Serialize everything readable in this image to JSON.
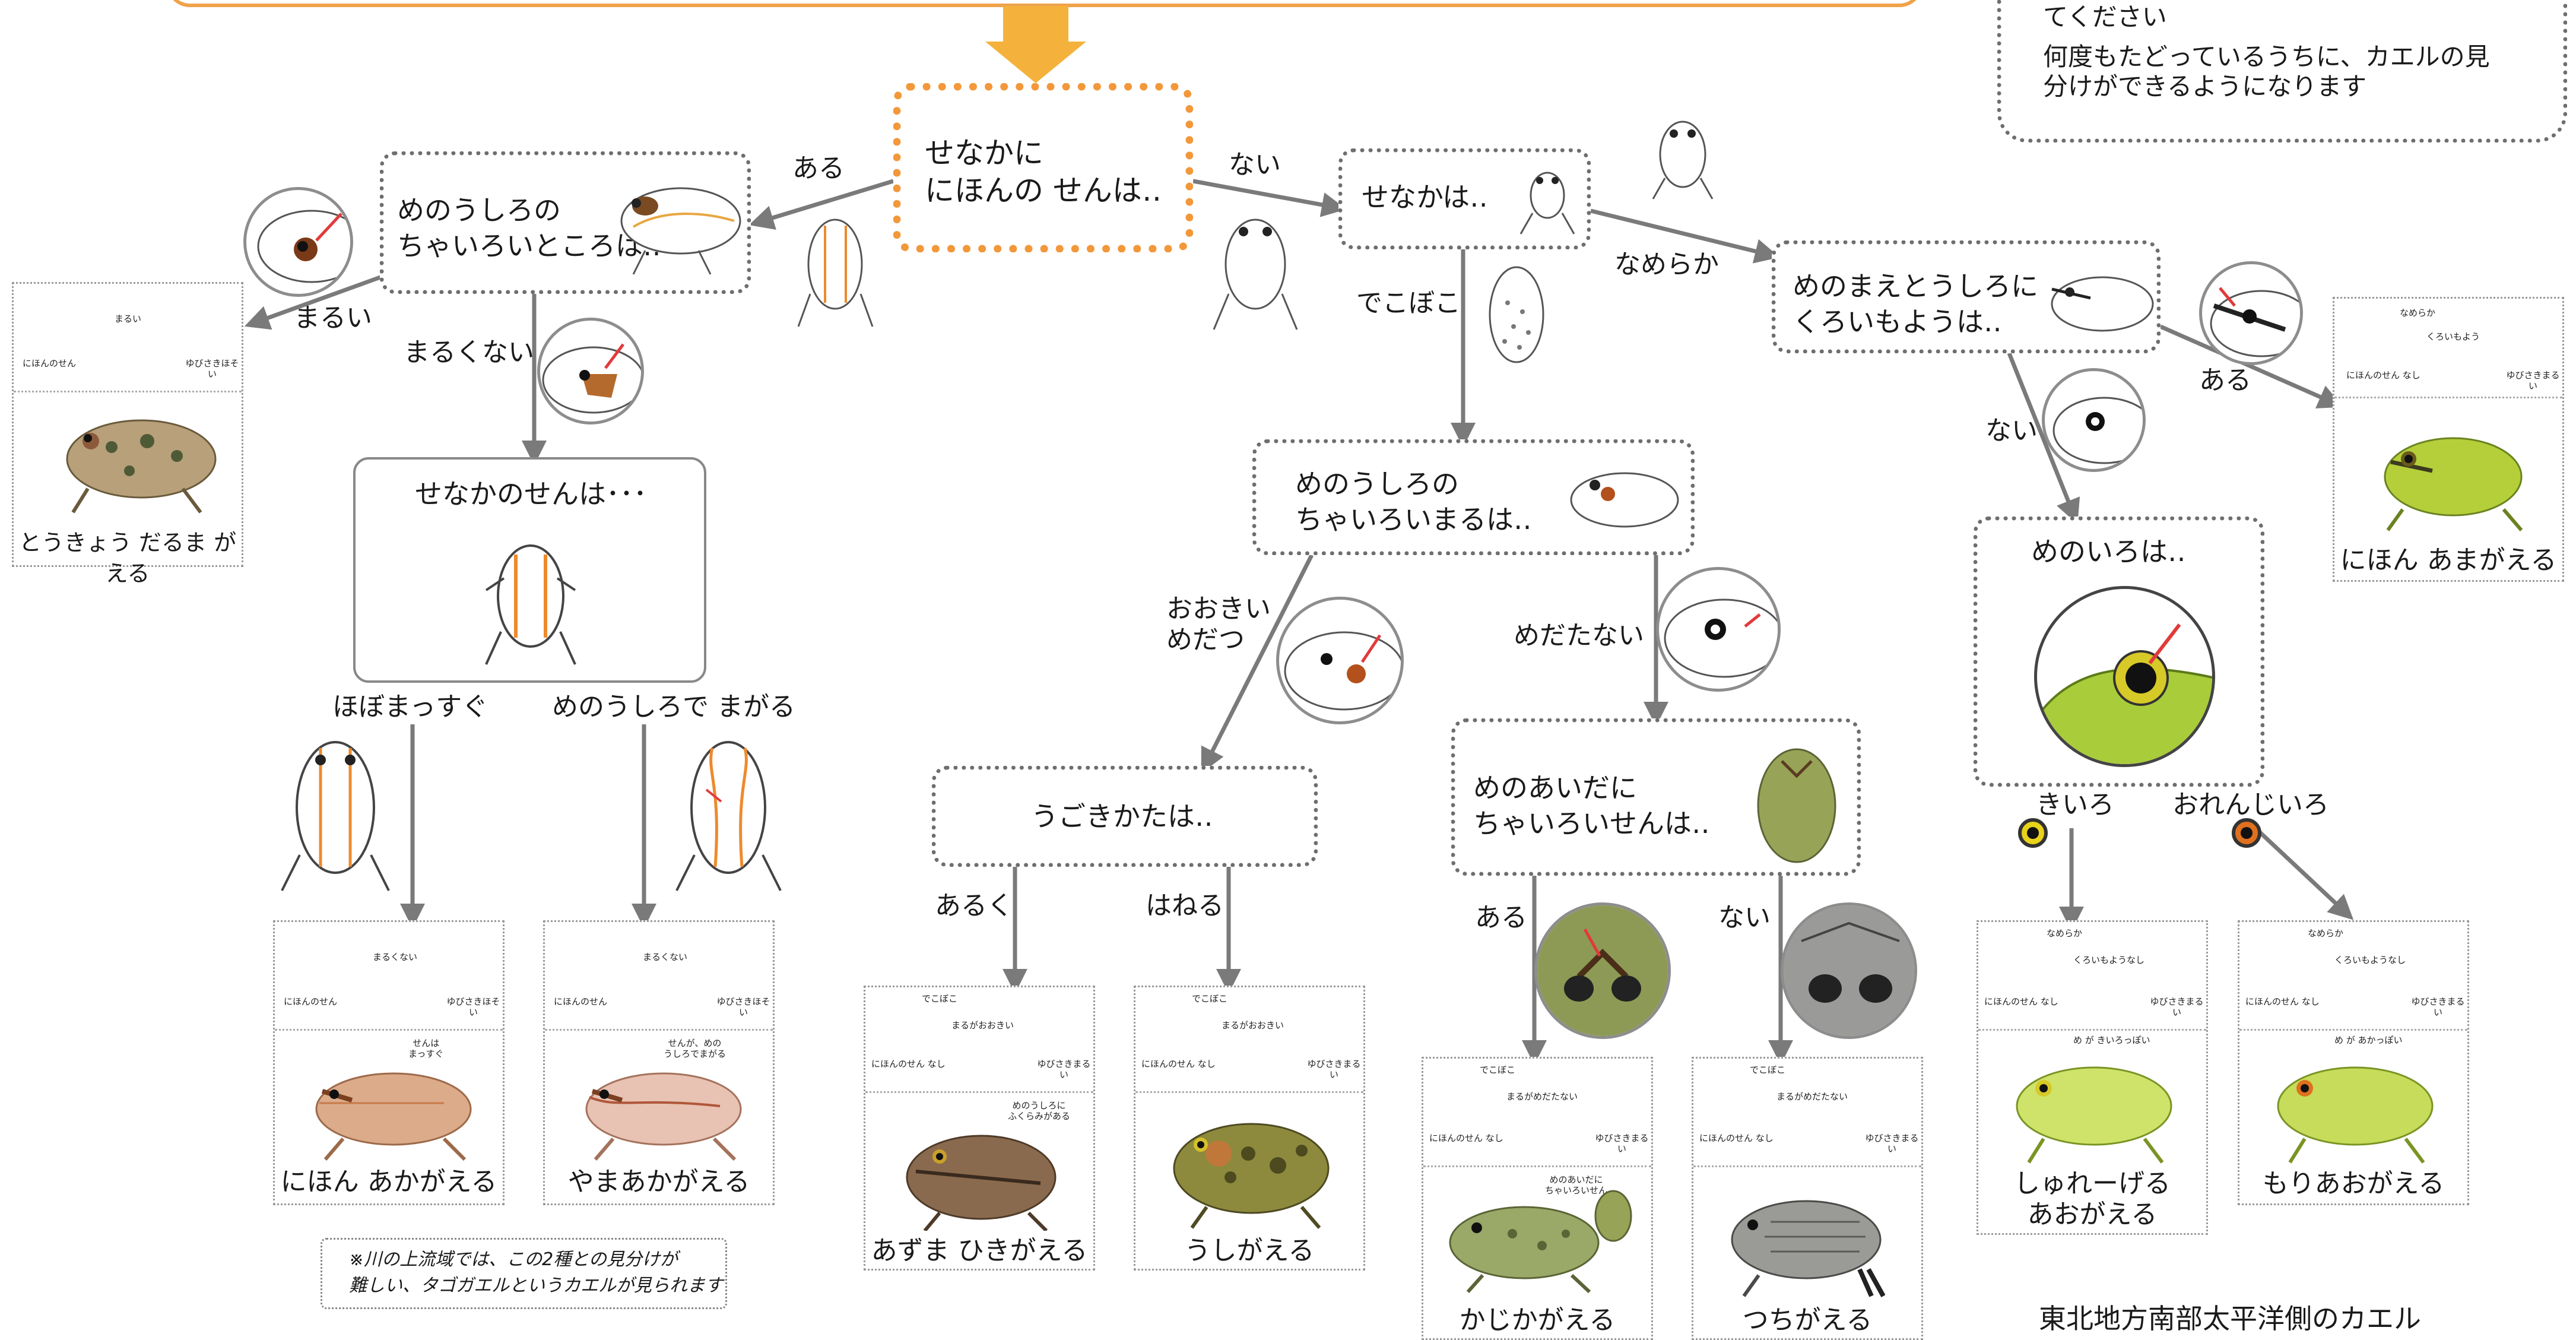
{
  "root": {
    "line1": "せなかに",
    "line2": "にほんの せんは‥"
  },
  "edges": {
    "root_yes": "ある",
    "root_no": "ない",
    "eye_round": "まるい",
    "eye_not_round": "まるくない",
    "straight": "ほぼまっすぐ",
    "bend": "めのうしろで まがる",
    "bumpy": "でこぼこ",
    "smooth": "なめらか",
    "big": "おおきい\nめだつ",
    "inconspicuous": "めだたない",
    "walk": "あるく",
    "jump": "はねる",
    "between_yes": "ある",
    "between_no": "ない",
    "pattern_yes": "ある",
    "pattern_no": "ない",
    "yellow": "きいろ",
    "orange": "おれんじいろ"
  },
  "questions": {
    "q_brown_eye": "めのうしろの\nちゃいろいところは‥",
    "q_back_no_line": "せなかは‥",
    "q_back_line": "せなかのせんは･･･",
    "q_brown_round": "めのうしろの\nちゃいろいまるは‥",
    "q_black_pattern": "めのまえとうしろに\nくろいもようは‥",
    "q_movement": "うごきかたは‥",
    "q_between_eyes": "めのあいだに\nちゃいろいせんは‥",
    "q_eye_color": "めのいろは‥"
  },
  "note_box": {
    "line1": "てください",
    "line2": "何度もたどっているうちに、カエルの見\n分けができるようになります"
  },
  "footnote": "※川の上流域では、この2種との見分けが\n難しい、タゴガエルというカエルが見られます",
  "region_label": "東北地方南部太平洋側のカエル",
  "mini_labels": {
    "line": "にほんのせん",
    "no_line": "にほんのせん なし",
    "round": "まるい",
    "not_round": "まるくない",
    "finger_thin": "ゆびさきほそい",
    "finger_round": "ゆびさきまるい",
    "smooth": "なめらか",
    "bumpy": "でこぼこ",
    "pattern": "くろいもよう",
    "no_pattern": "くろいもようなし",
    "big_round": "まるがおおきい",
    "inconspicuous": "まるがめだたない",
    "straight_note": "せんは\nまっすぐ",
    "bend_note": "せんが、めの\nうしろでまがる",
    "toad_note": "めのうしろに\nふくらみがある",
    "between_note": "めのあいだに\nちゃいろいせん",
    "eye_yellow": "め が きいろっぽい",
    "eye_orange": "め が あかっぽい"
  },
  "species": {
    "daruma": "とうきょう だるま がえる",
    "amagaeru": "にほん あまがえる",
    "akagaeru": "にほん あかがえる",
    "yamaaka": "やまあかがえる",
    "hikigaeru": "あずま ひきがえる",
    "ushigaeru": "うしがえる",
    "kajika": "かじかがえる",
    "tsuchi": "つちがえる",
    "schlegel": "しゅれーげる\nあおがえる",
    "moriao": "もりあおがえる"
  },
  "colors": {
    "orange_accent": "#f29a2e",
    "arrow_gray": "#7a7a7a",
    "dotted_gray": "#6e6e6e",
    "frog_green": "#b5cf3a",
    "frog_brown": "#c7936a",
    "eye_yellow": "#e8d21a",
    "eye_orange": "#e0701e"
  }
}
